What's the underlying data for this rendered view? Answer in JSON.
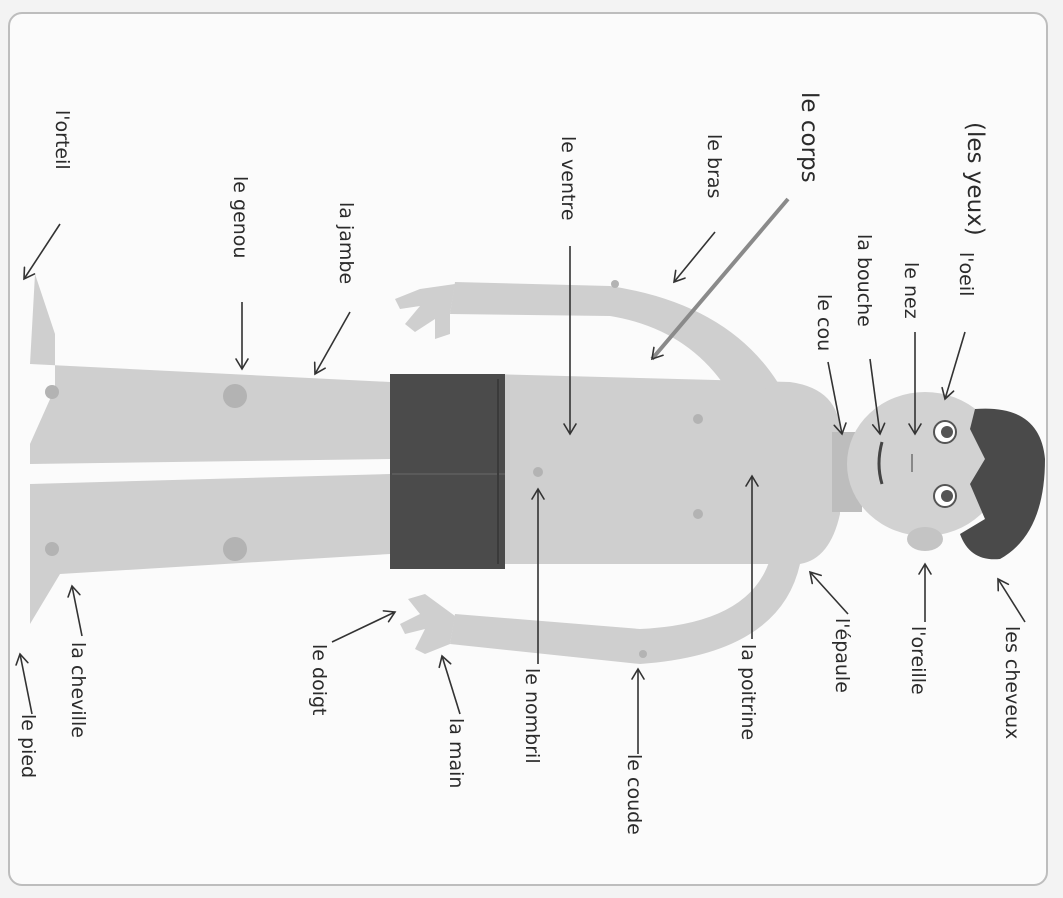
{
  "title": "le corps",
  "labels": {
    "oeil": "l'oeil",
    "yeux": "(les yeux)",
    "nez": "le nez",
    "bouche": "la bouche",
    "cou": "le cou",
    "bras": "le bras",
    "ventre": "le ventre",
    "jambe": "la jambe",
    "genou": "le genou",
    "orteil": "l'orteil",
    "cheveux": "les cheveux",
    "oreille": "l'oreille",
    "epaule": "l'épaule",
    "poitrine": "la poitrine",
    "coude": "le coude",
    "nombril": "le nombril",
    "main": "la main",
    "doigt": "le doigt",
    "cheville": "la cheville",
    "pied": "le pied"
  },
  "colors": {
    "skin": "#cfcfcf",
    "skin_spot": "#b3b3b3",
    "shorts": "#4b4b4b",
    "hair": "#4a4a4a",
    "text": "#2b2b2b"
  },
  "icons": {
    "arrow": "arrow-icon"
  }
}
